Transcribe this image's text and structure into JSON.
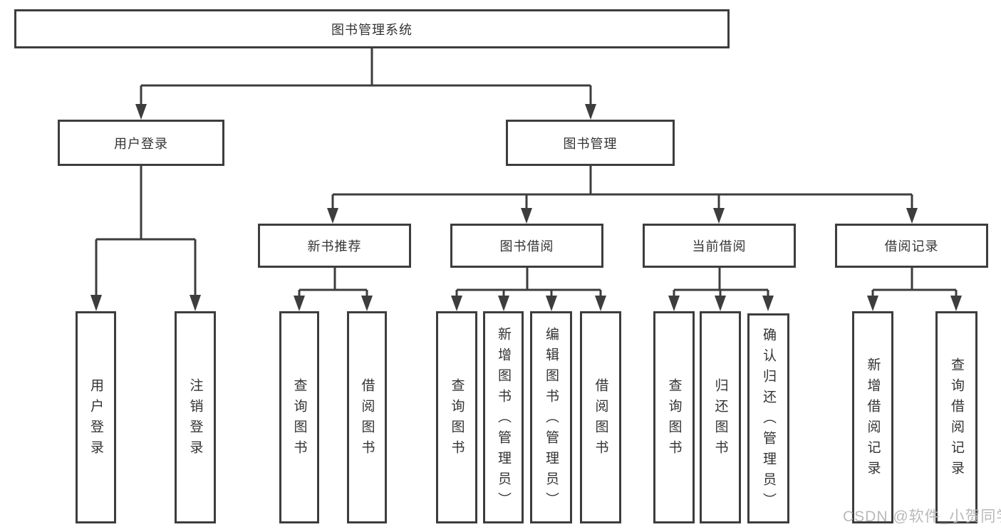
{
  "diagram_title": "图书管理系统",
  "colors": {
    "line": "#3d3d3d",
    "text": "#333333",
    "watermark": "#b9b9b9",
    "background": "#ffffff"
  },
  "nodes": {
    "root": {
      "label": "图书管理系统"
    },
    "user_login": {
      "label": "用户登录"
    },
    "book_mgmt": {
      "label": "图书管理"
    },
    "new_book": {
      "label": "新书推荐"
    },
    "book_borrow": {
      "label": "图书借阅"
    },
    "current_borrow": {
      "label": "当前借阅"
    },
    "borrow_record": {
      "label": "借阅记录"
    },
    "leaf_user_login": {
      "label": "用户登录"
    },
    "leaf_logout": {
      "label": "注销登录"
    },
    "leaf_nb_query": {
      "label": "查询图书"
    },
    "leaf_nb_borrow": {
      "label": "借阅图书"
    },
    "leaf_bb_query": {
      "label": "查询图书"
    },
    "leaf_bb_add": {
      "label": "新增图书（管理员）"
    },
    "leaf_bb_edit": {
      "label": "编辑图书（管理员）"
    },
    "leaf_bb_borrow": {
      "label": "借阅图书"
    },
    "leaf_cb_query": {
      "label": "查询图书"
    },
    "leaf_cb_return": {
      "label": "归还图书"
    },
    "leaf_cb_confirm": {
      "label": "确认归还（管理员）"
    },
    "leaf_br_add": {
      "label": "新增借阅记录"
    },
    "leaf_br_query": {
      "label": "查询借阅记录"
    }
  },
  "watermark": {
    "text": "CSDN @软件_小贺同学"
  }
}
